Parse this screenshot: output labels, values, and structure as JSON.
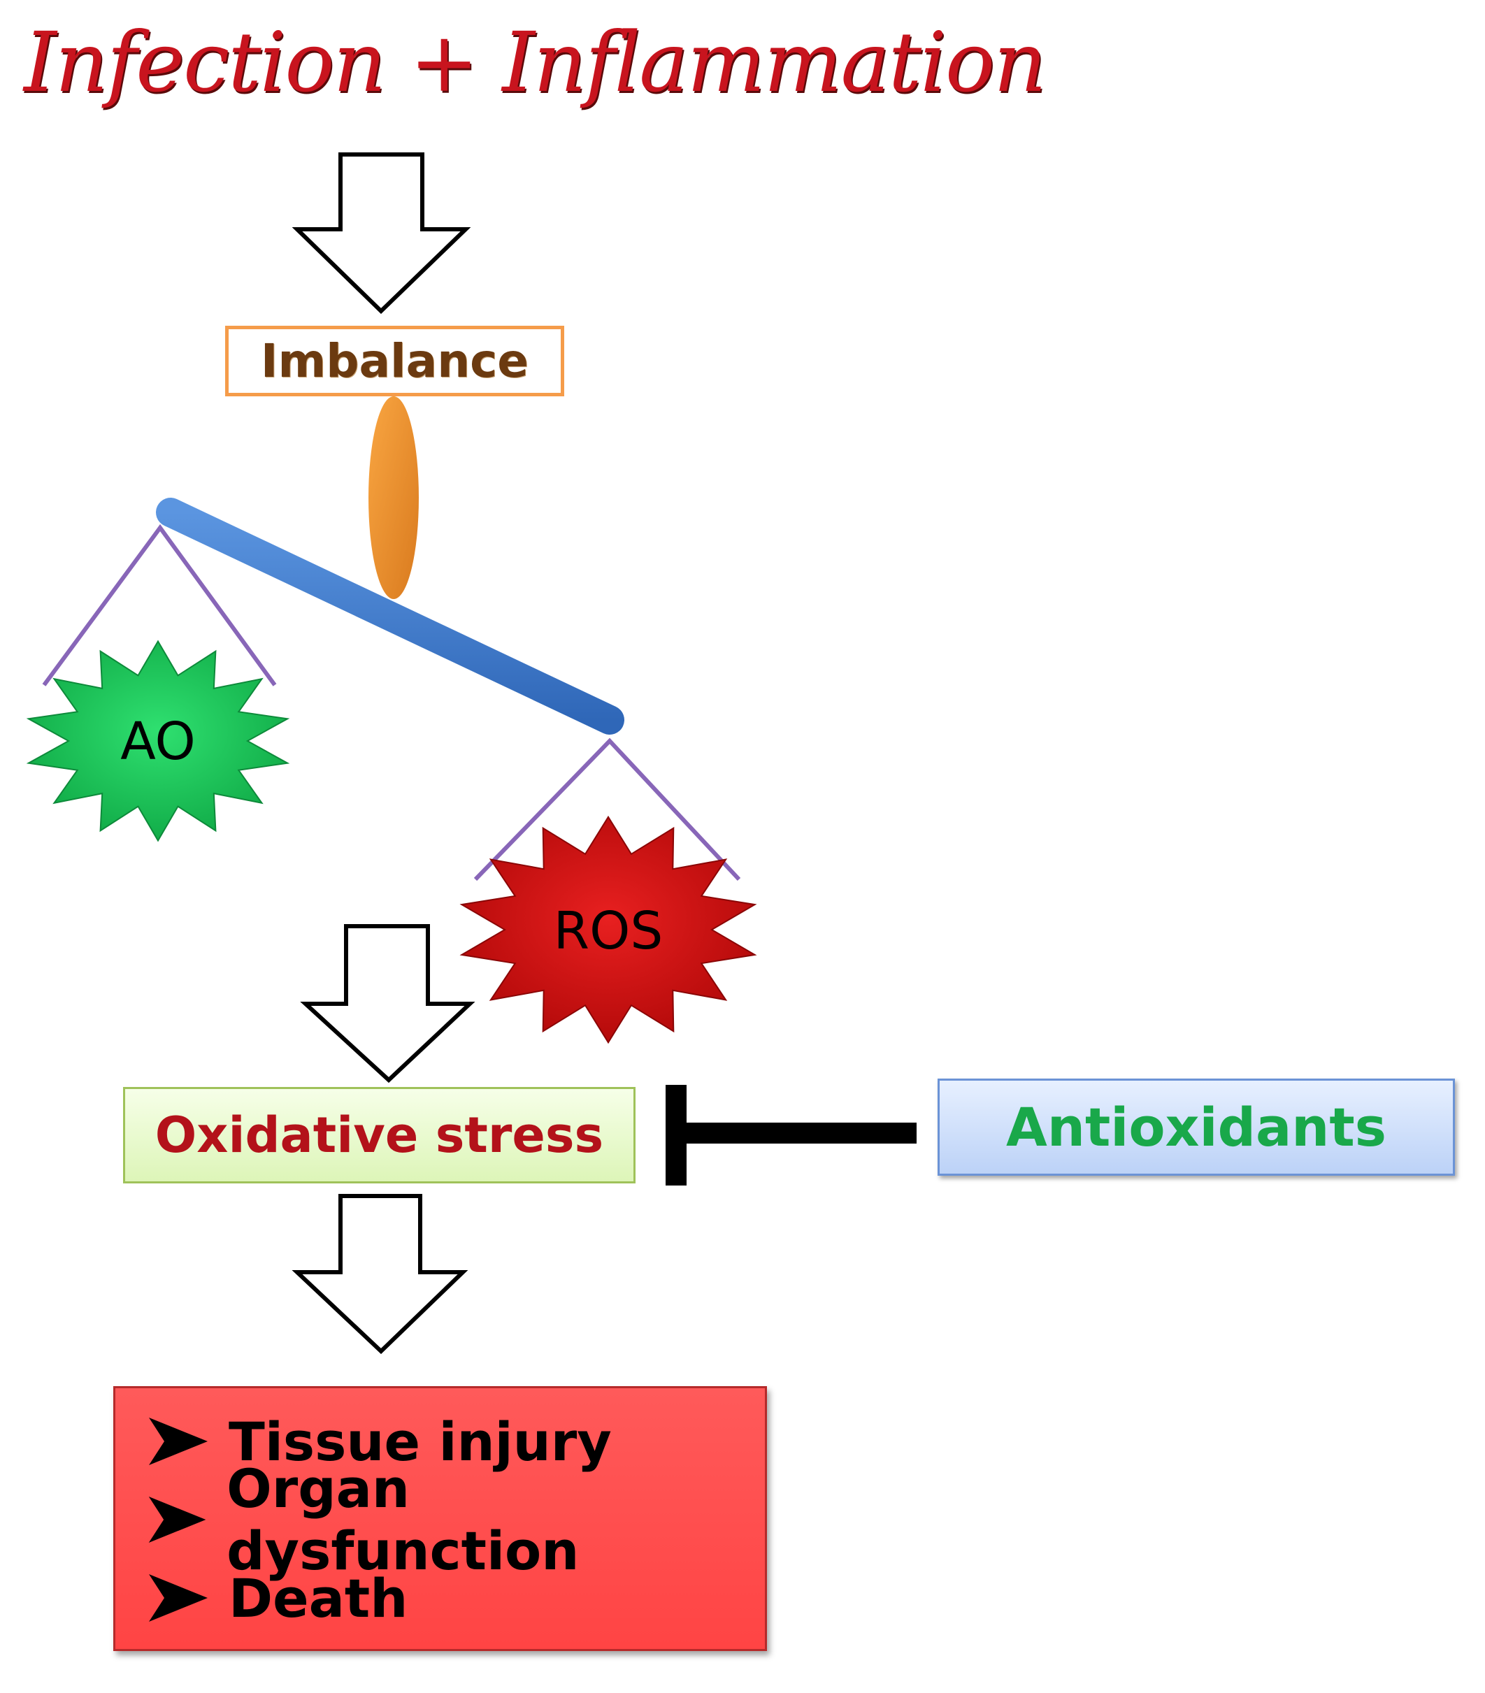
{
  "title": "Infection + Inflammation",
  "imbalance_label": "Imbalance",
  "ao_label": "AO",
  "ros_label": "ROS",
  "oxidative_label": "Oxidative stress",
  "antioxidants_label": "Antioxidants",
  "outcomes": [
    "Tissue injury",
    "Organ dysfunction",
    "Death"
  ],
  "colors": {
    "title": "#c8141e",
    "ao_star": "#1cc45a",
    "ros_star": "#d01010",
    "beam": "#3f7fd4",
    "fulcrum": "#f0902a",
    "strings": "#8866b8",
    "outcomes_fill": "#ff4a4a",
    "antioxidants_text": "#19a84a",
    "oxidative_text": "#b3121a"
  }
}
